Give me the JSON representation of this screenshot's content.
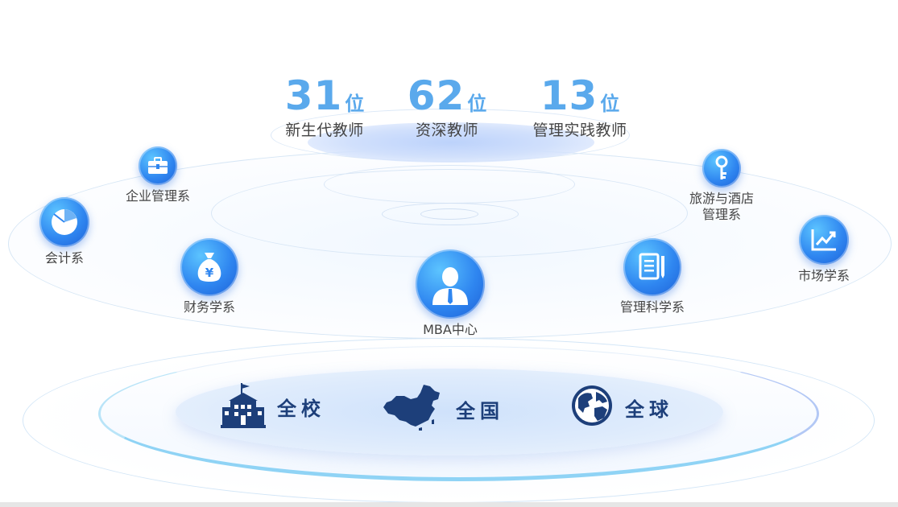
{
  "stats": [
    {
      "value": "31",
      "unit": "位",
      "label": "新生代教师"
    },
    {
      "value": "62",
      "unit": "位",
      "label": "资深教师"
    },
    {
      "value": "13",
      "unit": "位",
      "label": "管理实践教师"
    }
  ],
  "departments": {
    "enterprise": "企业管理系",
    "accounting": "会计系",
    "finance": "财务学系",
    "mba": "MBA中心",
    "management_science": "管理科学系",
    "tourism_line1": "旅游与酒店",
    "tourism_line2": "管理系",
    "marketing": "市场学系"
  },
  "scopes": {
    "school": "全校",
    "nation": "全国",
    "global": "全球"
  },
  "colors": {
    "accent_number": "#5aa9ec",
    "bubble_blue": "#2f86f0",
    "scope_navy": "#1d3f7a"
  },
  "icons": {
    "enterprise": "briefcase-icon",
    "accounting": "pie-chart-icon",
    "finance": "money-bag-icon",
    "mba": "person-icon",
    "management_science": "document-pen-icon",
    "tourism": "key-icon",
    "marketing": "trend-chart-icon",
    "school": "school-building-icon",
    "nation": "china-map-icon",
    "global": "globe-icon"
  }
}
